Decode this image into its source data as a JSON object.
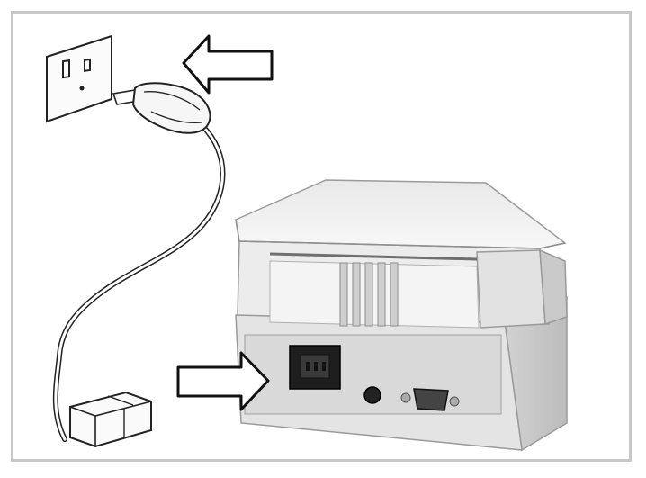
{
  "figure": {
    "kind": "line-drawing illustration",
    "elements": [
      "wall-outlet",
      "power-plug",
      "power-cord",
      "iec-connector",
      "device-rear-panel",
      "power-inlet",
      "serial-port",
      "round-jack",
      "arrow-to-outlet",
      "arrow-to-inlet"
    ]
  },
  "colors": {
    "frame_border": "#c8c8c8",
    "line": "#222222",
    "device_light": "#f2f2f2",
    "device_mid": "#dcdcdc",
    "device_shadow": "#bdbdbd",
    "panel": "#e6e6e6",
    "inlet_dark": "#1e1e1e"
  }
}
